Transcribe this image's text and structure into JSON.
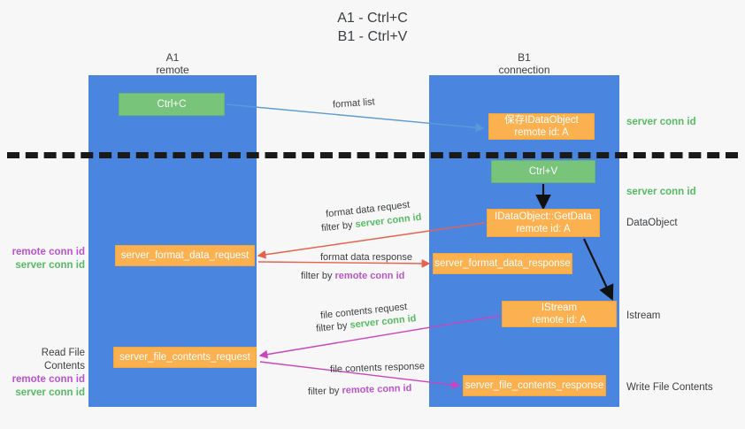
{
  "title": {
    "line1": "A1 - Ctrl+C",
    "line2": "B1 - Ctrl+V"
  },
  "columns": {
    "a1": {
      "name": "A1",
      "sub": "remote"
    },
    "b1": {
      "name": "B1",
      "sub": "connection"
    }
  },
  "boxes": {
    "ctrl_c": {
      "label": "Ctrl+C",
      "color": "#79c47b"
    },
    "save_idataobject": {
      "line1": "保存IDataObject",
      "line2": "remote id: A",
      "color": "#fcb150"
    },
    "ctrl_v": {
      "label": "Ctrl+V",
      "color": "#79c47b"
    },
    "getdata": {
      "line1": "IDataObject::GetData",
      "line2": "remote id: A",
      "color": "#fcb150"
    },
    "format_data_request": {
      "label": "server_format_data_request",
      "color": "#fcb150"
    },
    "format_data_response": {
      "label": "server_format_data_response",
      "color": "#fcb150"
    },
    "istream": {
      "line1": "IStream",
      "line2": "remote id: A",
      "color": "#fcb150"
    },
    "file_contents_request": {
      "label": "server_file_contents_request",
      "color": "#fcb150"
    },
    "file_contents_response": {
      "label": "server_file_contents_response",
      "color": "#fcb150"
    }
  },
  "right_labels": {
    "server_conn_id_1": "server conn id",
    "server_conn_id_2": "server conn id",
    "dataobject": "DataObject",
    "istream": "Istream",
    "write_file_contents": "Write File Contents"
  },
  "left_labels": {
    "group1": {
      "remote": "remote conn id",
      "server": "server conn id"
    },
    "group2": {
      "heading": "Read File Contents",
      "remote": "remote conn id",
      "server": "server conn id"
    }
  },
  "arrow_captions": {
    "format_list": "format list",
    "format_data_request": "format data request",
    "format_data_request_filter_prefix": "filter by ",
    "format_data_request_filter_value": "server conn id",
    "format_data_response": "format data response",
    "format_data_response_filter_prefix": "filter by ",
    "format_data_response_filter_value": "remote conn id",
    "file_contents_request": "file contents request",
    "file_contents_request_filter_prefix": "filter by ",
    "file_contents_request_filter_value": "server conn id",
    "file_contents_response": "file contents response",
    "file_contents_response_filter_prefix": "filter by ",
    "file_contents_response_filter_value": "remote conn id"
  },
  "colors": {
    "lane": "#4a86e0",
    "green_text": "#57bb63",
    "purple_text": "#bb54cc",
    "orange_box": "#fcb150",
    "green_box": "#79c47b",
    "blue_arrow": "#5b9bd5",
    "red_arrow": "#e8614d",
    "magenta_arrow": "#cc44bb",
    "black_arrow": "#111111",
    "background": "#f7f7f7"
  }
}
